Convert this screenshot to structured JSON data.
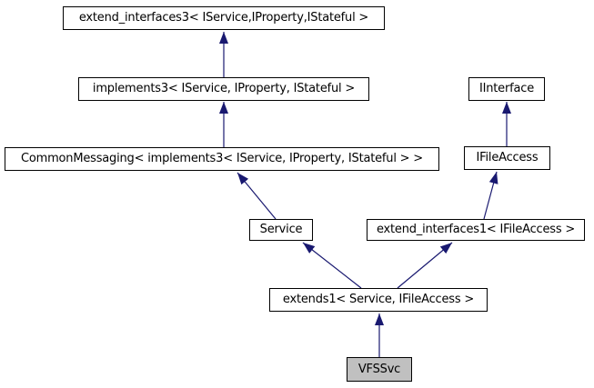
{
  "diagram": {
    "type": "class-inheritance-graph",
    "nodes": [
      {
        "id": "extend_interfaces3",
        "label": "extend_interfaces3< IService,IProperty,IStateful >",
        "highlighted": false
      },
      {
        "id": "implements3",
        "label": "implements3< IService, IProperty, IStateful >",
        "highlighted": false
      },
      {
        "id": "CommonMessaging",
        "label": "CommonMessaging< implements3< IService, IProperty, IStateful > >",
        "highlighted": false
      },
      {
        "id": "IInterface",
        "label": "IInterface",
        "highlighted": false
      },
      {
        "id": "IFileAccess",
        "label": "IFileAccess",
        "highlighted": false
      },
      {
        "id": "Service",
        "label": "Service",
        "highlighted": false
      },
      {
        "id": "extend_interfaces1",
        "label": "extend_interfaces1< IFileAccess >",
        "highlighted": false
      },
      {
        "id": "extends1",
        "label": "extends1< Service, IFileAccess >",
        "highlighted": false
      },
      {
        "id": "VFSSvc",
        "label": "VFSSvc",
        "highlighted": true
      }
    ],
    "edges": [
      {
        "from": "implements3",
        "to": "extend_interfaces3"
      },
      {
        "from": "CommonMessaging",
        "to": "implements3"
      },
      {
        "from": "Service",
        "to": "CommonMessaging"
      },
      {
        "from": "IFileAccess",
        "to": "IInterface"
      },
      {
        "from": "extend_interfaces1",
        "to": "IFileAccess"
      },
      {
        "from": "extends1",
        "to": "Service"
      },
      {
        "from": "extends1",
        "to": "extend_interfaces1"
      },
      {
        "from": "VFSSvc",
        "to": "extends1"
      }
    ]
  },
  "colors": {
    "arrow": "#191970",
    "node-border": "#000000",
    "node-fill": "#ffffff",
    "node-text": "#000000",
    "highlight-fill": "#c0c0c0",
    "background": "#ffffff"
  }
}
